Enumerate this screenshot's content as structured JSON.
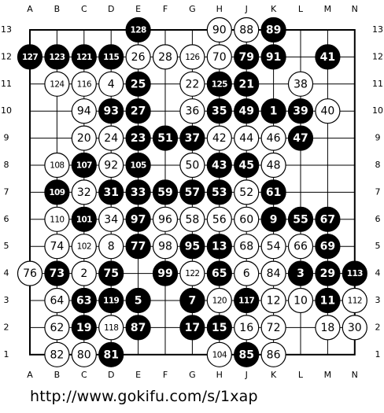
{
  "board": {
    "columns": [
      "A",
      "B",
      "C",
      "D",
      "E",
      "F",
      "G",
      "H",
      "J",
      "K",
      "L",
      "M",
      "N"
    ],
    "rows": [
      "13",
      "12",
      "11",
      "10",
      "9",
      "8",
      "7",
      "6",
      "5",
      "4",
      "3",
      "2",
      "1"
    ],
    "stones": [
      {
        "c": "B",
        "p": "E13",
        "n": "128"
      },
      {
        "c": "W",
        "p": "H13",
        "n": "90"
      },
      {
        "c": "W",
        "p": "J13",
        "n": "88"
      },
      {
        "c": "B",
        "p": "K13",
        "n": "89"
      },
      {
        "c": "B",
        "p": "A12",
        "n": "127"
      },
      {
        "c": "B",
        "p": "B12",
        "n": "123"
      },
      {
        "c": "B",
        "p": "C12",
        "n": "121"
      },
      {
        "c": "B",
        "p": "D12",
        "n": "115"
      },
      {
        "c": "W",
        "p": "E12",
        "n": "26"
      },
      {
        "c": "W",
        "p": "F12",
        "n": "28"
      },
      {
        "c": "W",
        "p": "G12",
        "n": "126"
      },
      {
        "c": "W",
        "p": "H12",
        "n": "70"
      },
      {
        "c": "B",
        "p": "J12",
        "n": "79"
      },
      {
        "c": "B",
        "p": "K12",
        "n": "91"
      },
      {
        "c": "B",
        "p": "M12",
        "n": "41"
      },
      {
        "c": "W",
        "p": "B11",
        "n": "124"
      },
      {
        "c": "W",
        "p": "C11",
        "n": "116"
      },
      {
        "c": "W",
        "p": "D11",
        "n": "4"
      },
      {
        "c": "B",
        "p": "E11",
        "n": "25"
      },
      {
        "c": "W",
        "p": "G11",
        "n": "22"
      },
      {
        "c": "B",
        "p": "H11",
        "n": "125"
      },
      {
        "c": "B",
        "p": "J11",
        "n": "21"
      },
      {
        "c": "W",
        "p": "L11",
        "n": "38"
      },
      {
        "c": "W",
        "p": "C10",
        "n": "94"
      },
      {
        "c": "B",
        "p": "D10",
        "n": "93"
      },
      {
        "c": "B",
        "p": "E10",
        "n": "27"
      },
      {
        "c": "W",
        "p": "G10",
        "n": "36"
      },
      {
        "c": "B",
        "p": "H10",
        "n": "35"
      },
      {
        "c": "B",
        "p": "J10",
        "n": "49"
      },
      {
        "c": "B",
        "p": "K10",
        "n": "1"
      },
      {
        "c": "B",
        "p": "L10",
        "n": "39"
      },
      {
        "c": "W",
        "p": "M10",
        "n": "40"
      },
      {
        "c": "W",
        "p": "C9",
        "n": "20"
      },
      {
        "c": "W",
        "p": "D9",
        "n": "24"
      },
      {
        "c": "B",
        "p": "E9",
        "n": "23"
      },
      {
        "c": "B",
        "p": "F9",
        "n": "51"
      },
      {
        "c": "B",
        "p": "G9",
        "n": "37"
      },
      {
        "c": "W",
        "p": "H9",
        "n": "42"
      },
      {
        "c": "W",
        "p": "J9",
        "n": "44"
      },
      {
        "c": "W",
        "p": "K9",
        "n": "46"
      },
      {
        "c": "B",
        "p": "L9",
        "n": "47"
      },
      {
        "c": "W",
        "p": "B8",
        "n": "108"
      },
      {
        "c": "B",
        "p": "C8",
        "n": "107"
      },
      {
        "c": "W",
        "p": "D8",
        "n": "92"
      },
      {
        "c": "B",
        "p": "E8",
        "n": "105"
      },
      {
        "c": "W",
        "p": "G8",
        "n": "50"
      },
      {
        "c": "B",
        "p": "H8",
        "n": "43"
      },
      {
        "c": "B",
        "p": "J8",
        "n": "45"
      },
      {
        "c": "W",
        "p": "K8",
        "n": "48"
      },
      {
        "c": "B",
        "p": "B7",
        "n": "109"
      },
      {
        "c": "W",
        "p": "C7",
        "n": "32"
      },
      {
        "c": "B",
        "p": "D7",
        "n": "31"
      },
      {
        "c": "B",
        "p": "E7",
        "n": "33"
      },
      {
        "c": "B",
        "p": "F7",
        "n": "59"
      },
      {
        "c": "B",
        "p": "G7",
        "n": "57"
      },
      {
        "c": "B",
        "p": "H7",
        "n": "53"
      },
      {
        "c": "W",
        "p": "J7",
        "n": "52"
      },
      {
        "c": "B",
        "p": "K7",
        "n": "61"
      },
      {
        "c": "W",
        "p": "B6",
        "n": "110"
      },
      {
        "c": "B",
        "p": "C6",
        "n": "101"
      },
      {
        "c": "W",
        "p": "D6",
        "n": "34"
      },
      {
        "c": "B",
        "p": "E6",
        "n": "97"
      },
      {
        "c": "W",
        "p": "F6",
        "n": "96"
      },
      {
        "c": "W",
        "p": "G6",
        "n": "58"
      },
      {
        "c": "W",
        "p": "H6",
        "n": "56"
      },
      {
        "c": "W",
        "p": "J6",
        "n": "60"
      },
      {
        "c": "B",
        "p": "K6",
        "n": "9"
      },
      {
        "c": "B",
        "p": "L6",
        "n": "55"
      },
      {
        "c": "B",
        "p": "M6",
        "n": "67"
      },
      {
        "c": "W",
        "p": "B5",
        "n": "74"
      },
      {
        "c": "W",
        "p": "C5",
        "n": "102"
      },
      {
        "c": "W",
        "p": "D5",
        "n": "8"
      },
      {
        "c": "B",
        "p": "E5",
        "n": "77"
      },
      {
        "c": "W",
        "p": "F5",
        "n": "98"
      },
      {
        "c": "B",
        "p": "G5",
        "n": "95"
      },
      {
        "c": "B",
        "p": "H5",
        "n": "13"
      },
      {
        "c": "W",
        "p": "J5",
        "n": "68"
      },
      {
        "c": "W",
        "p": "K5",
        "n": "54"
      },
      {
        "c": "W",
        "p": "L5",
        "n": "66"
      },
      {
        "c": "B",
        "p": "M5",
        "n": "69"
      },
      {
        "c": "W",
        "p": "A4",
        "n": "76"
      },
      {
        "c": "B",
        "p": "B4",
        "n": "73"
      },
      {
        "c": "W",
        "p": "C4",
        "n": "2"
      },
      {
        "c": "B",
        "p": "D4",
        "n": "75"
      },
      {
        "c": "B",
        "p": "F4",
        "n": "99"
      },
      {
        "c": "W",
        "p": "G4",
        "n": "122"
      },
      {
        "c": "B",
        "p": "H4",
        "n": "65"
      },
      {
        "c": "W",
        "p": "J4",
        "n": "6"
      },
      {
        "c": "W",
        "p": "K4",
        "n": "84"
      },
      {
        "c": "B",
        "p": "L4",
        "n": "3"
      },
      {
        "c": "B",
        "p": "M4",
        "n": "29"
      },
      {
        "c": "B",
        "p": "N4",
        "n": "113"
      },
      {
        "c": "W",
        "p": "B3",
        "n": "64"
      },
      {
        "c": "B",
        "p": "C3",
        "n": "63"
      },
      {
        "c": "B",
        "p": "D3",
        "n": "119"
      },
      {
        "c": "B",
        "p": "E3",
        "n": "5"
      },
      {
        "c": "B",
        "p": "G3",
        "n": "7"
      },
      {
        "c": "W",
        "p": "H3",
        "n": "120"
      },
      {
        "c": "B",
        "p": "J3",
        "n": "117"
      },
      {
        "c": "W",
        "p": "K3",
        "n": "12"
      },
      {
        "c": "W",
        "p": "L3",
        "n": "10"
      },
      {
        "c": "B",
        "p": "M3",
        "n": "11"
      },
      {
        "c": "W",
        "p": "N3",
        "n": "112"
      },
      {
        "c": "W",
        "p": "B2",
        "n": "62"
      },
      {
        "c": "B",
        "p": "C2",
        "n": "19"
      },
      {
        "c": "W",
        "p": "D2",
        "n": "118"
      },
      {
        "c": "B",
        "p": "E2",
        "n": "87"
      },
      {
        "c": "B",
        "p": "G2",
        "n": "17"
      },
      {
        "c": "B",
        "p": "H2",
        "n": "15"
      },
      {
        "c": "W",
        "p": "J2",
        "n": "16"
      },
      {
        "c": "W",
        "p": "K2",
        "n": "72"
      },
      {
        "c": "W",
        "p": "M2",
        "n": "18"
      },
      {
        "c": "W",
        "p": "N2",
        "n": "30"
      },
      {
        "c": "W",
        "p": "B1",
        "n": "82"
      },
      {
        "c": "W",
        "p": "C1",
        "n": "80"
      },
      {
        "c": "B",
        "p": "D1",
        "n": "81"
      },
      {
        "c": "W",
        "p": "H1",
        "n": "104"
      },
      {
        "c": "B",
        "p": "J1",
        "n": "85"
      },
      {
        "c": "W",
        "p": "K1",
        "n": "86"
      }
    ],
    "colors": {
      "black_stone": "#000000",
      "white_stone": "#ffffff",
      "line": "#000000",
      "background": "#ffffff"
    }
  },
  "footer": {
    "url": "http://www.gokifu.com/s/1xap"
  }
}
